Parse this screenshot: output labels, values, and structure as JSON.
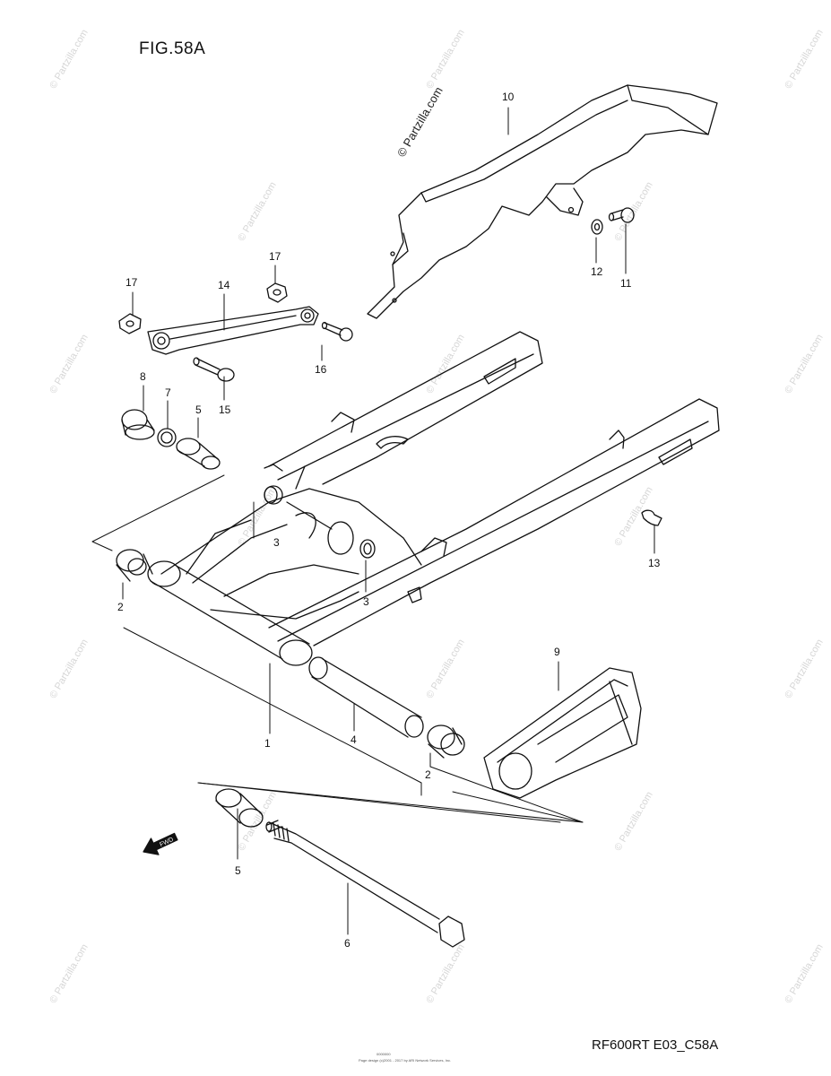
{
  "figure": {
    "title": "FIG.58A",
    "code": "RF600RT E03_C58A",
    "footer_line1": "0000000",
    "footer_line2": "Page design (c)2001 - 2017 by ARI Network Services, Inc.",
    "watermark": "© Partzilla.com"
  },
  "parts": [
    {
      "id": "p1",
      "label": "1"
    },
    {
      "id": "p2a",
      "label": "2"
    },
    {
      "id": "p2b",
      "label": "2"
    },
    {
      "id": "p3a",
      "label": "3"
    },
    {
      "id": "p3b",
      "label": "3"
    },
    {
      "id": "p4",
      "label": "4"
    },
    {
      "id": "p5a",
      "label": "5"
    },
    {
      "id": "p5b",
      "label": "5"
    },
    {
      "id": "p6",
      "label": "6"
    },
    {
      "id": "p7",
      "label": "7"
    },
    {
      "id": "p8",
      "label": "8"
    },
    {
      "id": "p9",
      "label": "9"
    },
    {
      "id": "p10",
      "label": "10"
    },
    {
      "id": "p11",
      "label": "11"
    },
    {
      "id": "p12",
      "label": "12"
    },
    {
      "id": "p13",
      "label": "13"
    },
    {
      "id": "p14",
      "label": "14"
    },
    {
      "id": "p15",
      "label": "15"
    },
    {
      "id": "p16",
      "label": "16"
    },
    {
      "id": "p17a",
      "label": "17"
    },
    {
      "id": "p17b",
      "label": "17"
    }
  ],
  "fwd_icon": "fwd-arrow-icon"
}
